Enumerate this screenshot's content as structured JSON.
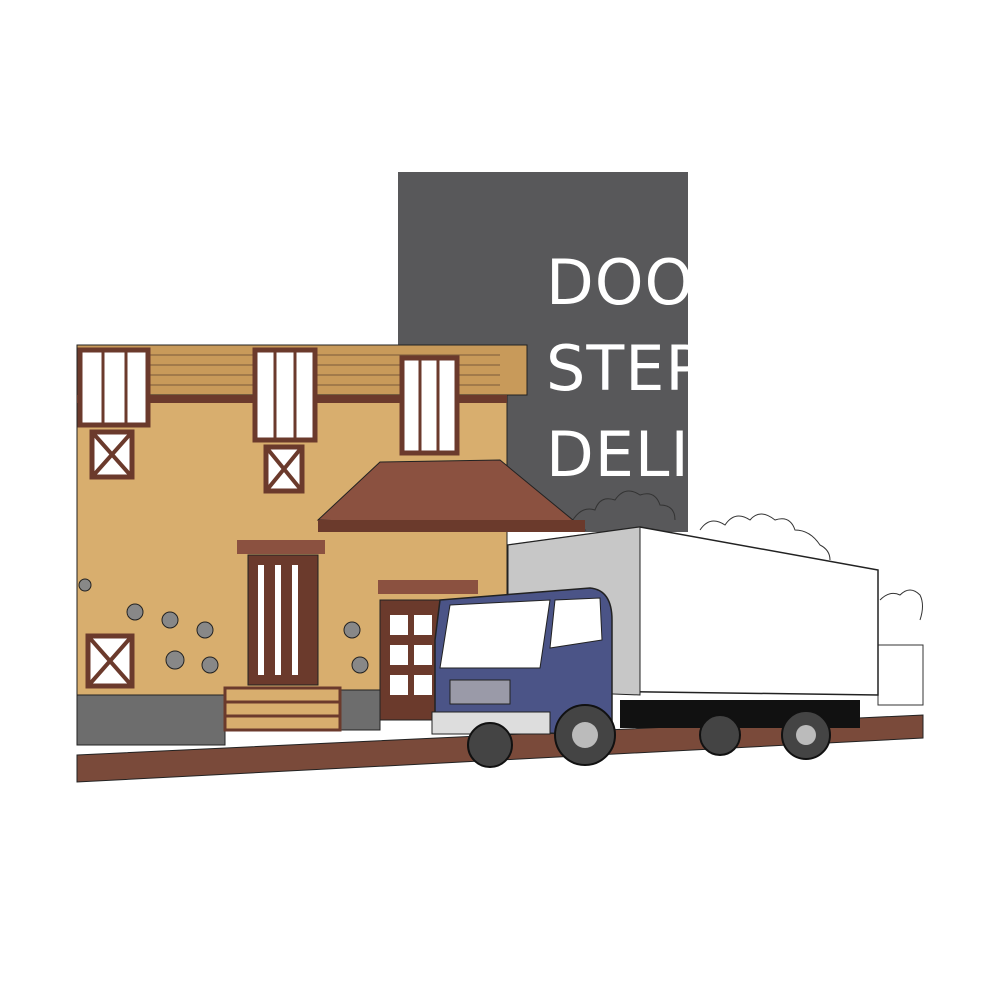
{
  "banner": {
    "lines": [
      "DOO",
      "STEP",
      "DELI"
    ]
  },
  "colors": {
    "panel": "#58585a",
    "wall": "#d8ae6e",
    "trim": "#6b3a2c",
    "roof": "#8b5140",
    "truck_cab": "#4b5487",
    "box": "#ffffff",
    "stone": "#6d6d6d",
    "road": "#7a4a3a"
  }
}
